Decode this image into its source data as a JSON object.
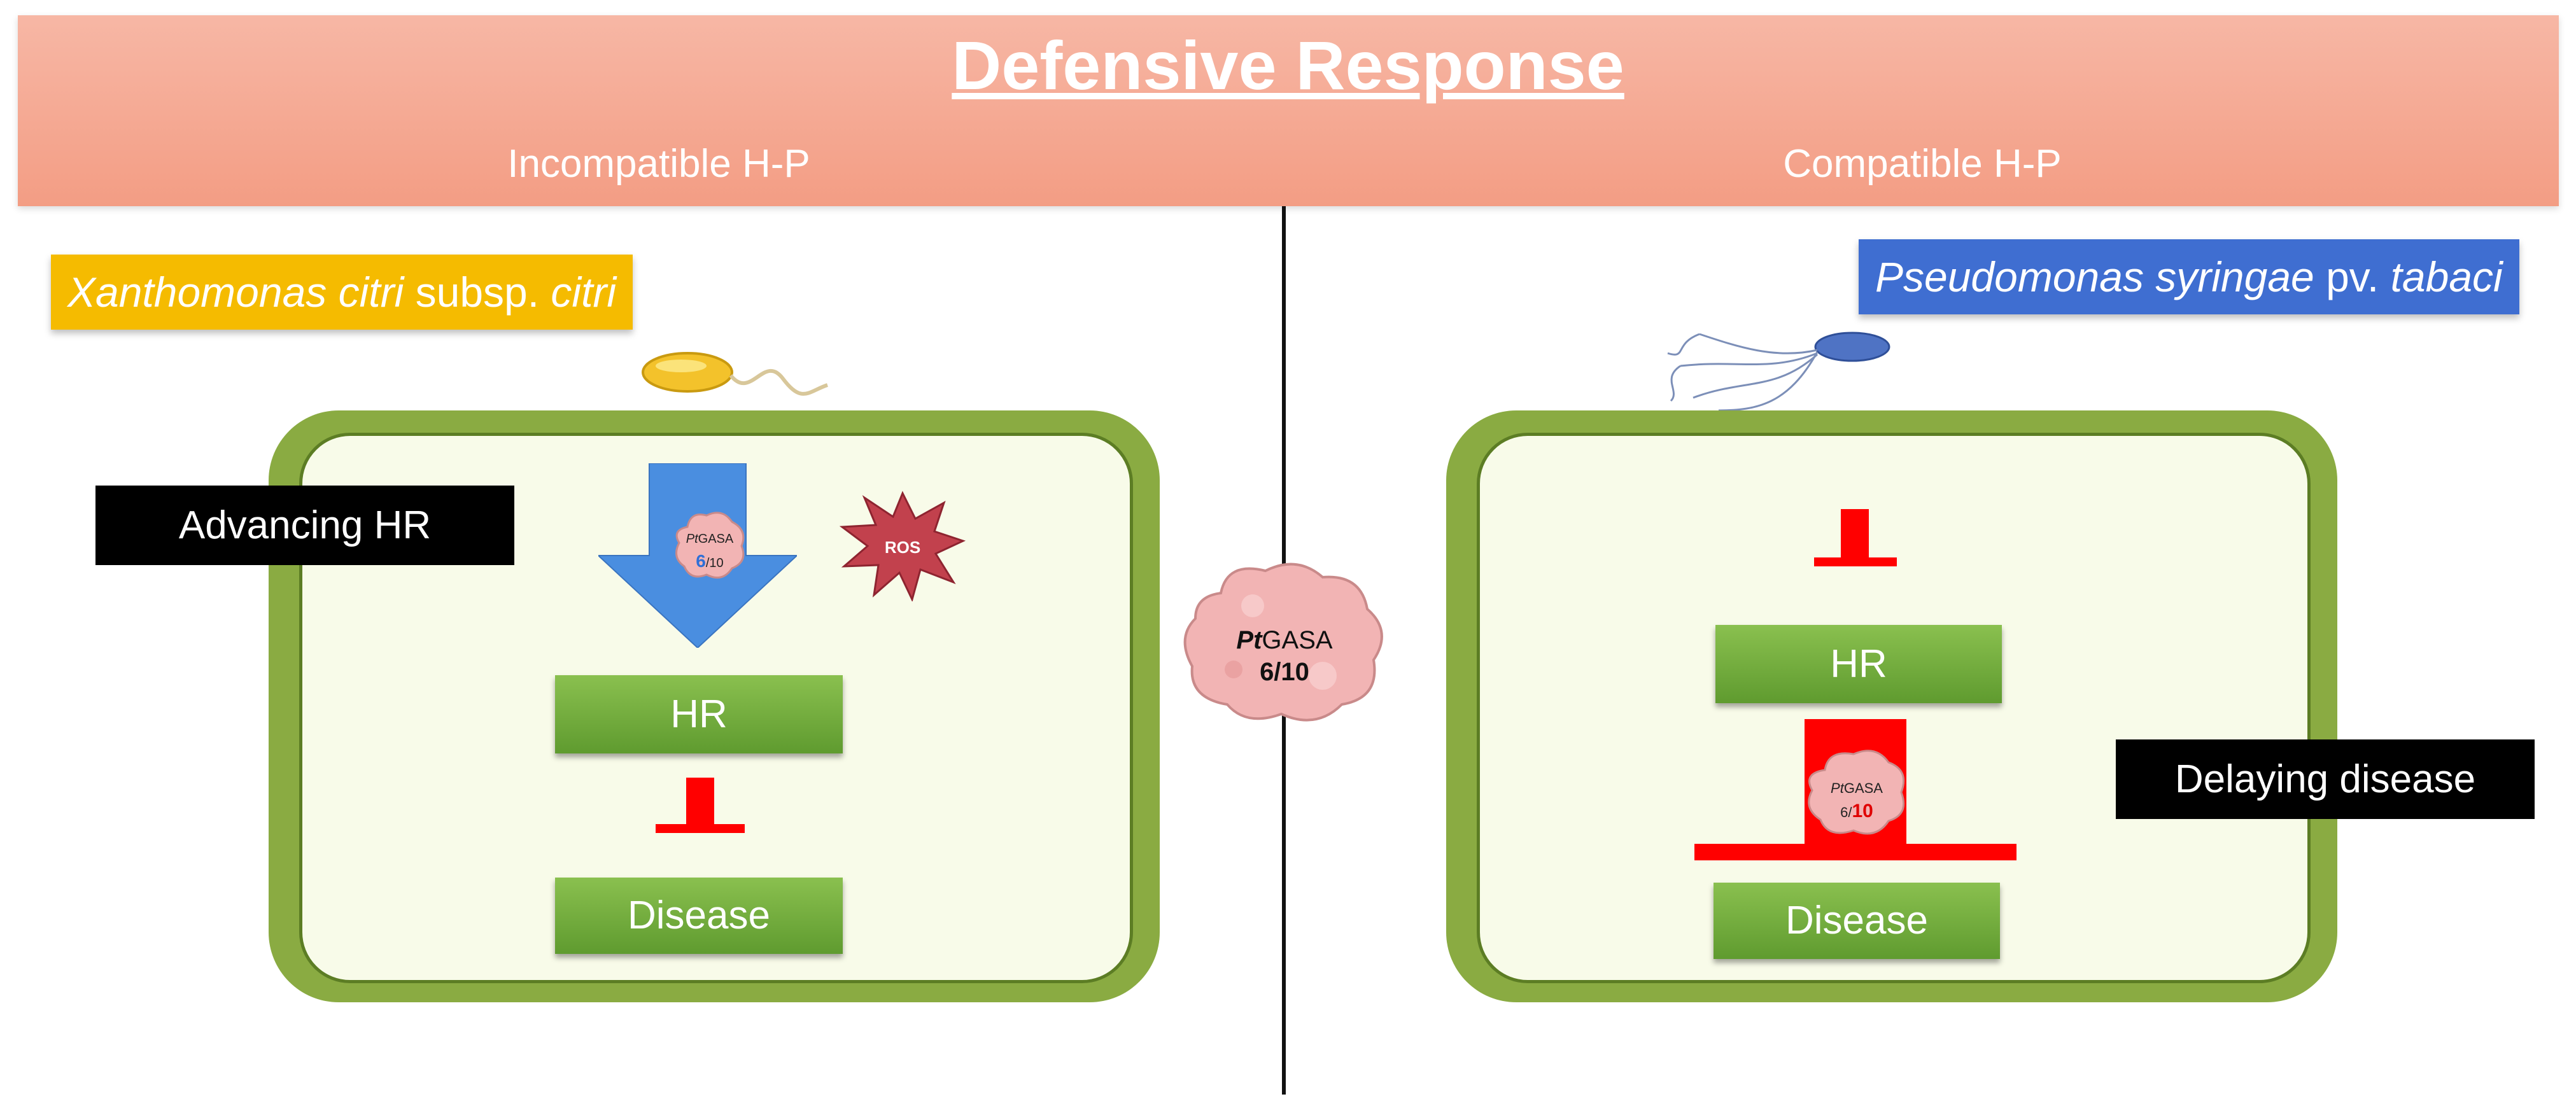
{
  "header": {
    "title": "Defensive Response",
    "left_label": "Incompatible H-P",
    "right_label": "Compatible H-P"
  },
  "left_panel": {
    "pathogen": {
      "genus_species": "Xanthomonas citri",
      "subsp_word": "subsp.",
      "subsp_name": "citri",
      "color": "#f5bb00"
    },
    "side_label": "Advancing HR",
    "protein": {
      "prefix": "Pt",
      "name": "GASA",
      "num_a": "6",
      "slash_b": "/10"
    },
    "ros_label": "ROS",
    "hr_label": "HR",
    "disease_label": "Disease"
  },
  "center": {
    "protein": {
      "prefix": "Pt",
      "name": "GASA",
      "ratio": "6/10"
    }
  },
  "right_panel": {
    "pathogen": {
      "genus_species": "Pseudomonas syringae",
      "pv_word": "pv.",
      "pv_name": "tabaci",
      "color": "#3f6ed1"
    },
    "side_label": "Delaying disease",
    "protein": {
      "prefix": "Pt",
      "name": "GASA",
      "num_a": "6/",
      "num_b": "10"
    },
    "hr_label": "HR",
    "disease_label": "Disease"
  },
  "colors": {
    "cell_wall": "#8aab42",
    "cytoplasm": "#f8fbe9",
    "green_box": "#6aa83a",
    "inhibit_red": "#ff0000",
    "arrow_blue": "#4a8ee0",
    "protein_pink": "#f2b4b4"
  }
}
